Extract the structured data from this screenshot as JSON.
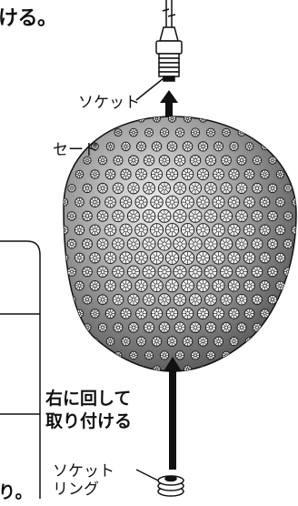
{
  "heading": "ける。",
  "labels": {
    "socket": "ソケット",
    "shade": "セード",
    "turn_right_line1": "右に回して",
    "turn_right_line2": "取り付ける",
    "socket_ring_line1": "ソケット",
    "socket_ring_line2": "リング"
  },
  "bottom_left_fragment": "り。",
  "colors": {
    "ink": "#111111",
    "shade_gray": "#6e6e6e",
    "shade_light": "#d8d8d8"
  }
}
